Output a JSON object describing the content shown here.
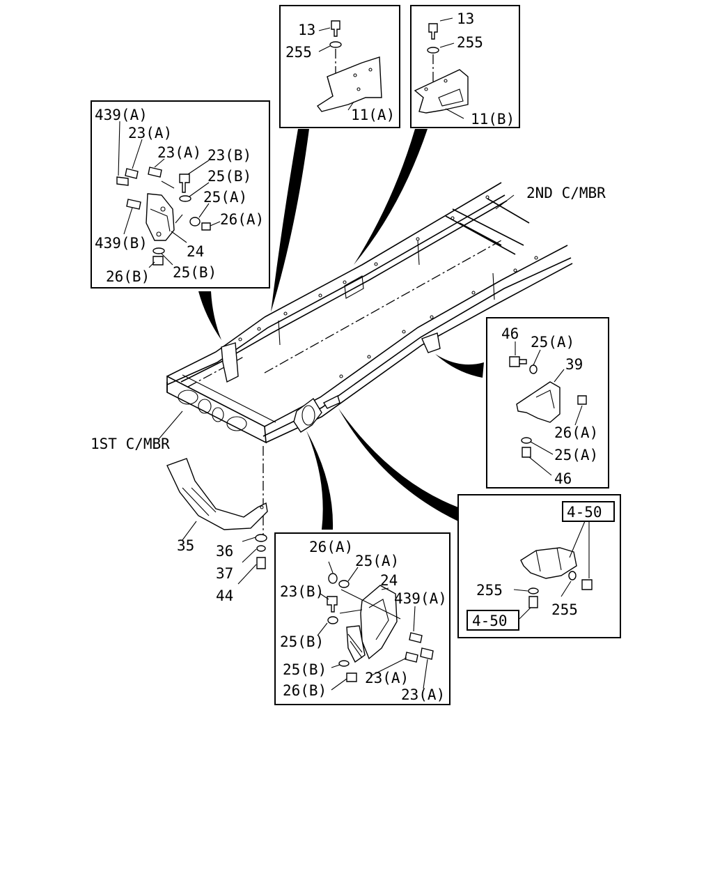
{
  "diagram": {
    "frame_labels": {
      "first_crossmember": "1ST C/MBR",
      "second_crossmember": "2ND C/MBR"
    },
    "main_labels": {
      "35": "35",
      "36": "36",
      "37": "37",
      "44": "44"
    },
    "inset_11a": {
      "l13": "13",
      "l255": "255",
      "l11a": "11(A)"
    },
    "inset_11b": {
      "l13": "13",
      "l255": "255",
      "l11b": "11(B)"
    },
    "inset_left_bracket": {
      "l439a": "439(A)",
      "l23a_1": "23(A)",
      "l23a_2": "23(A)",
      "l23b": "23(B)",
      "l25b_1": "25(B)",
      "l25a": "25(A)",
      "l26a": "26(A)",
      "l439b": "439(B)",
      "l24": "24",
      "l26b": "26(B)",
      "l25b_2": "25(B)"
    },
    "inset_right_bracket": {
      "l46_1": "46",
      "l25a_1": "25(A)",
      "l39": "39",
      "l26a": "26(A)",
      "l25a_2": "25(A)",
      "l46_2": "46"
    },
    "inset_ref_4_50": {
      "ref_1": "4-50",
      "l255_1": "255",
      "l255_2": "255",
      "ref_2": "4-50"
    },
    "inset_bottom_bracket": {
      "l26a": "26(A)",
      "l25a": "25(A)",
      "l24": "24",
      "l23b": "23(B)",
      "l439a": "439(A)",
      "l25b_1": "25(B)",
      "l25b_2": "25(B)",
      "l23a_1": "23(A)",
      "l26b": "26(B)",
      "l23a_2": "23(A)"
    }
  }
}
